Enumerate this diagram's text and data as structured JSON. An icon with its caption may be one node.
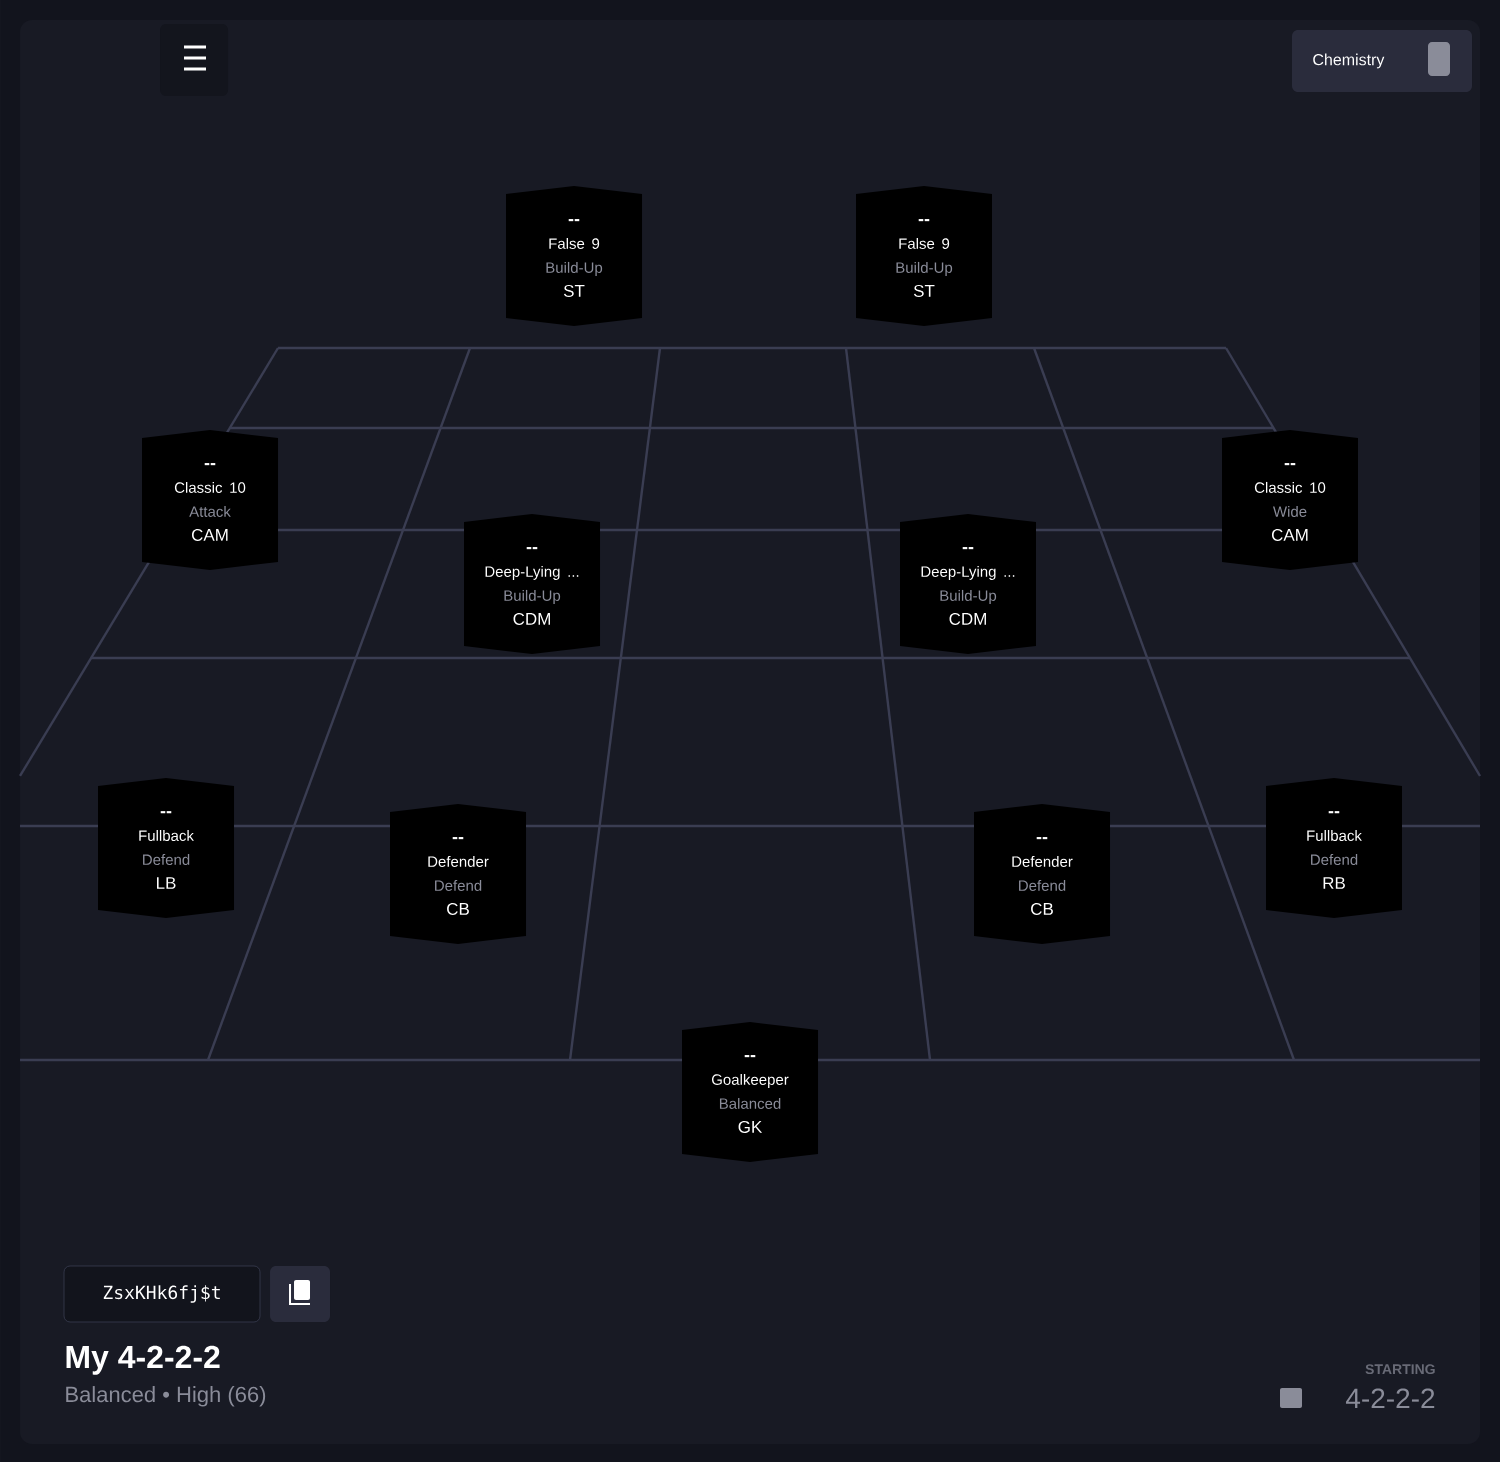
{
  "diagram": {
    "nodes": [
      {
        "text": [
          "--",
          "False 9",
          "Build-Up",
          "ST"
        ]
      },
      {
        "text": [
          "--",
          "False 9",
          "Build-Up",
          "ST"
        ]
      },
      {
        "text": [
          "--",
          "Classic 10",
          "Attack",
          "CAM"
        ]
      },
      {
        "text": [
          "--",
          "Classic 10",
          "Wide",
          "CAM"
        ]
      },
      {
        "text": [
          "--",
          "Deep-Lying ...",
          "Build-Up",
          "CDM"
        ]
      },
      {
        "text": [
          "--",
          "Deep-Lying ...",
          "Build-Up",
          "CDM"
        ]
      },
      {
        "text": [
          "--",
          "Fullback",
          "Defend",
          "LB"
        ]
      },
      {
        "text": [
          "--",
          "Defender",
          "Defend",
          "CB"
        ]
      },
      {
        "text": [
          "--",
          "Defender",
          "Defend",
          "CB"
        ]
      },
      {
        "text": [
          "--",
          "Fullback",
          "Defend",
          "RB"
        ]
      },
      {
        "text": [
          "--",
          "Goalkeeper",
          "Balanced",
          "GK"
        ]
      }
    ],
    "labels": [
      "Chemistry",
      "ZsxKHk6fj$t",
      "My 4-2-2-2",
      "Balanced • High (66)",
      "STARTING",
      "4-2-2-2"
    ]
  }
}
